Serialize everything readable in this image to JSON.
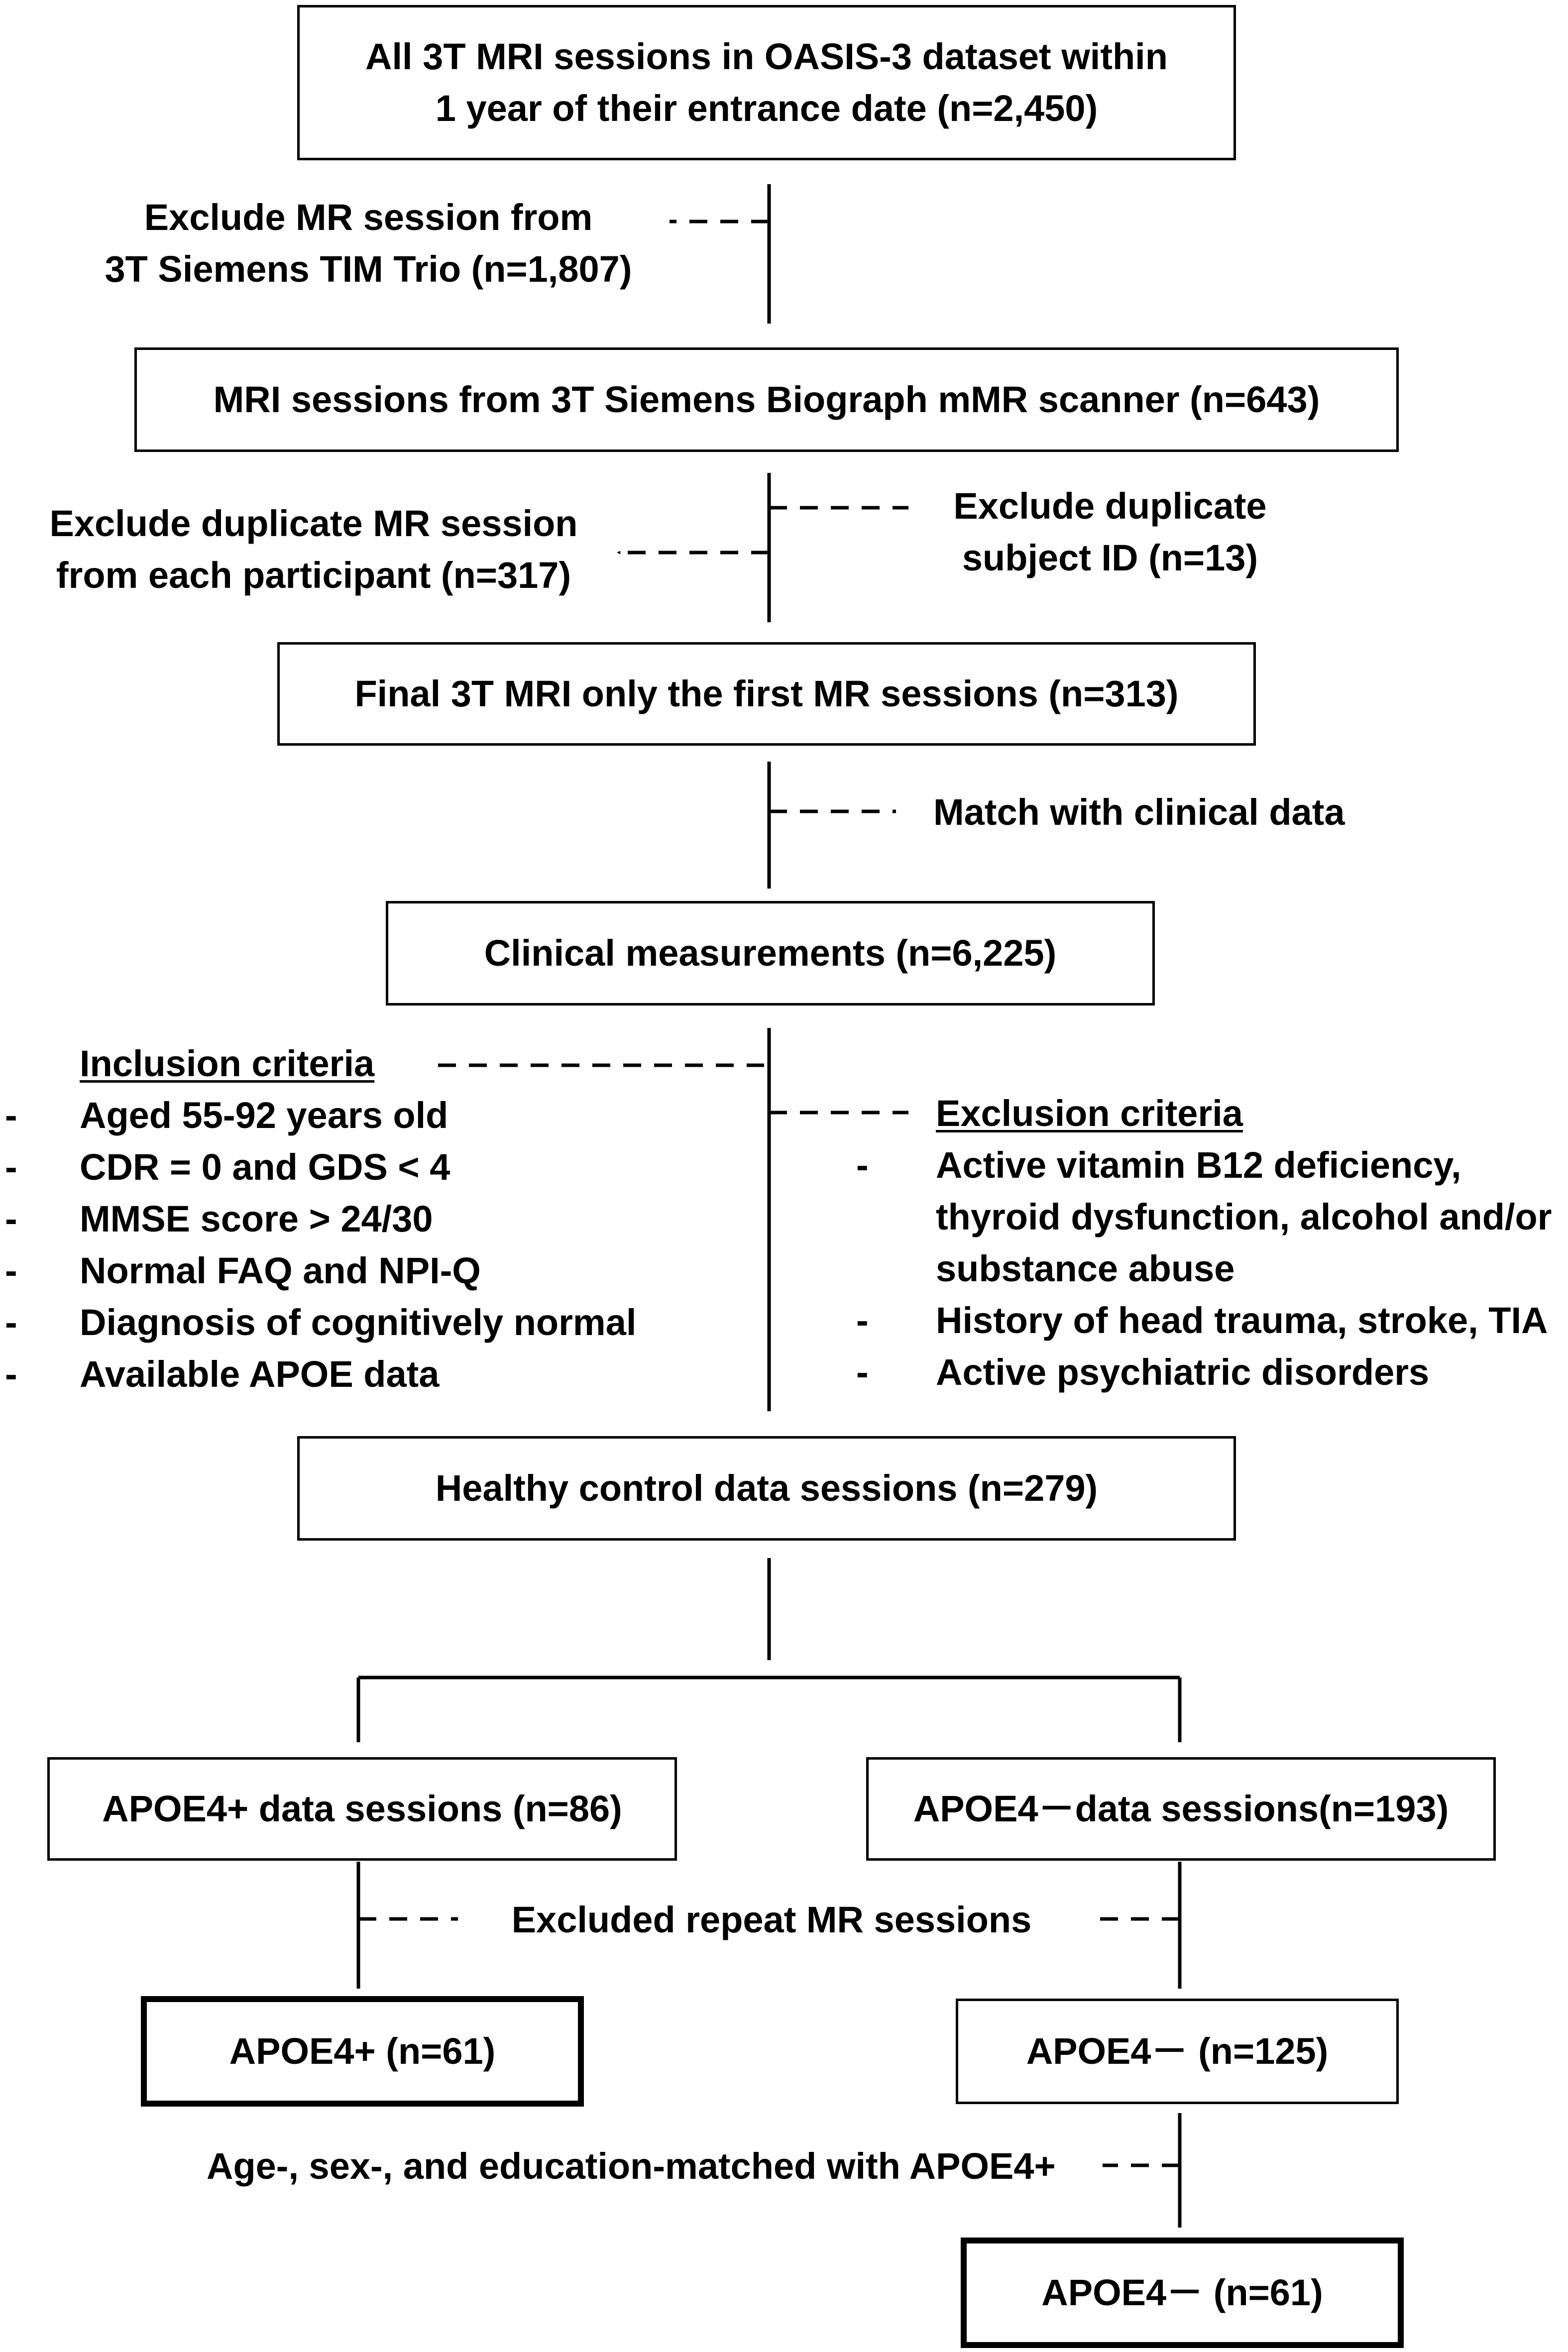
{
  "boxes": {
    "b1_line1": "All 3T MRI sessions in OASIS-3 dataset within",
    "b1_line2": "1 year of their entrance date (n=2,450)",
    "b2": "MRI sessions from 3T Siemens Biograph mMR scanner (n=643)",
    "b3": "Final 3T MRI only the first MR sessions (n=313)",
    "b4": "Clinical measurements (n=6,225)",
    "b5": "Healthy control data sessions (n=279)",
    "b6": "APOE4+ data sessions (n=86)",
    "b7": "APOE4－data sessions(n=193)",
    "b8": "APOE4+ (n=61)",
    "b9": "APOE4－ (n=125)",
    "b10": "APOE4－ (n=61)"
  },
  "side_labels": {
    "exclude_trio_line1": "Exclude MR session from",
    "exclude_trio_line2": "3T Siemens TIM Trio (n=1,807)",
    "exclude_dup_session_line1": "Exclude duplicate MR session",
    "exclude_dup_session_line2": "from each participant (n=317)",
    "exclude_dup_subject_line1": "Exclude duplicate",
    "exclude_dup_subject_line2": "subject ID (n=13)",
    "match_clinical": "Match with clinical data",
    "excluded_repeat": "Excluded repeat MR sessions",
    "age_matched": "Age-, sex-, and education-matched with APOE4+"
  },
  "inclusion": {
    "heading": "Inclusion criteria",
    "bullet": "-",
    "items": [
      "Aged 55-92 years old",
      "CDR = 0 and GDS < 4",
      "MMSE score > 24/30",
      "Normal FAQ and NPI-Q",
      "Diagnosis of cognitively normal",
      "Available APOE data"
    ]
  },
  "exclusion": {
    "heading": "Exclusion criteria",
    "bullet": "-",
    "items": [
      "Active vitamin B12 deficiency,",
      "thyroid dysfunction, alcohol and/or",
      "substance abuse",
      "History of head trauma, stroke, TIA",
      "Active psychiatric disorders"
    ]
  }
}
